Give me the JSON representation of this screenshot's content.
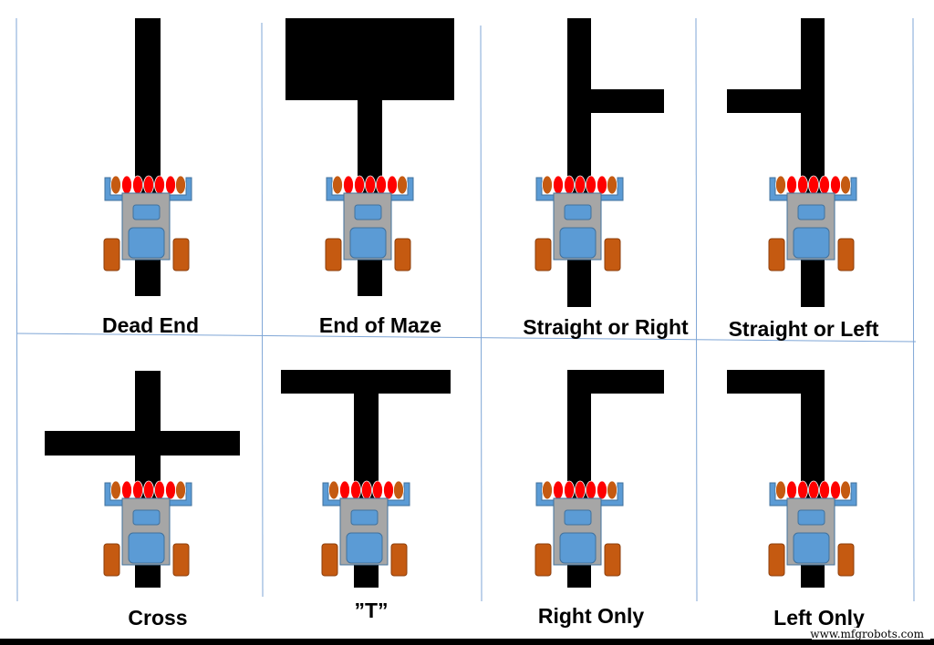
{
  "colors": {
    "track": "#000000",
    "divider": "#7fa6d6",
    "bracket": "#5b9bd5",
    "sensor_outer": "#c55a11",
    "sensor_inner": "#ff0000",
    "body": "#a6a6a6",
    "panel": "#5b9bd5",
    "wheel": "#c55a11"
  },
  "panels": [
    {
      "label": "Dead End"
    },
    {
      "label": "End of Maze"
    },
    {
      "label": "Straight or Right"
    },
    {
      "label": "Straight or Left"
    },
    {
      "label": "Cross"
    },
    {
      "label": "”T”"
    },
    {
      "label": "Right Only"
    },
    {
      "label": "Left Only"
    }
  ],
  "watermark": "www.mfgrobots.com"
}
